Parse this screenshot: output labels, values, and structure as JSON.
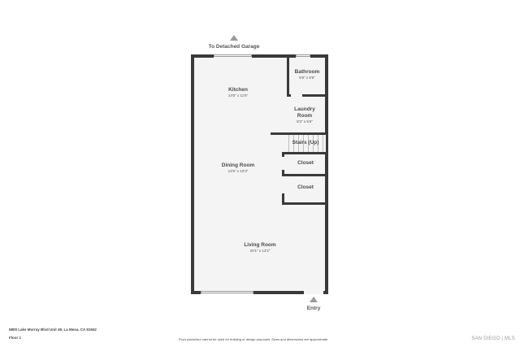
{
  "plan": {
    "top_marker": "To Detached Garage",
    "bottom_marker": "Entry",
    "rooms": [
      {
        "name": "Kitchen",
        "dims": "14'0\" x 11'5\""
      },
      {
        "name": "Bathroom",
        "dims": "5'9\" x 5'6\""
      },
      {
        "name": "Laundry Room",
        "dims": "8'3\" x 5'6\""
      },
      {
        "name": "Stairs (Up)",
        "dims": ""
      },
      {
        "name": "Closet",
        "dims": ""
      },
      {
        "name": "Dining Room",
        "dims": "13'6\" x 10'3\""
      },
      {
        "name": "Closet",
        "dims": ""
      },
      {
        "name": "Living Room",
        "dims": "20'1\" x 13'2\""
      }
    ],
    "colors": {
      "wall": "#3a3a3a",
      "floor": "#f4f4f4",
      "marker": "#9a9a9a"
    }
  },
  "footer": {
    "address": "5800 Lake Murray Blvd Unit 49, La Mesa, CA 91942",
    "floor": "Floor 1",
    "disclaimer": "Floor plans/tour cannot be used for building or design purposes. Sizes and dimensions are approximate.",
    "brand": "SAN DIEGO | MLS"
  }
}
